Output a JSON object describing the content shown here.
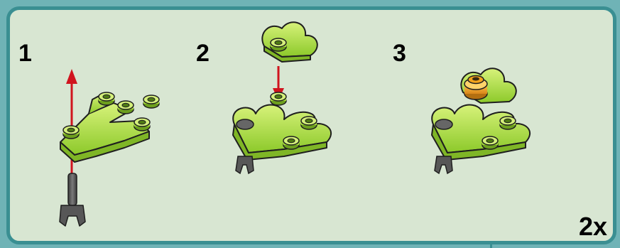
{
  "steps": [
    {
      "number": "1"
    },
    {
      "number": "2"
    },
    {
      "number": "3"
    }
  ],
  "multiplier": "2x",
  "colors": {
    "background": "#6fb3b6",
    "panel": "#d8e6d2",
    "border": "#3a8f92",
    "lime": "#a8dd3c",
    "arrow": "#d0141e",
    "gray": "#5a5a5a",
    "orange": "#f2a31c"
  }
}
